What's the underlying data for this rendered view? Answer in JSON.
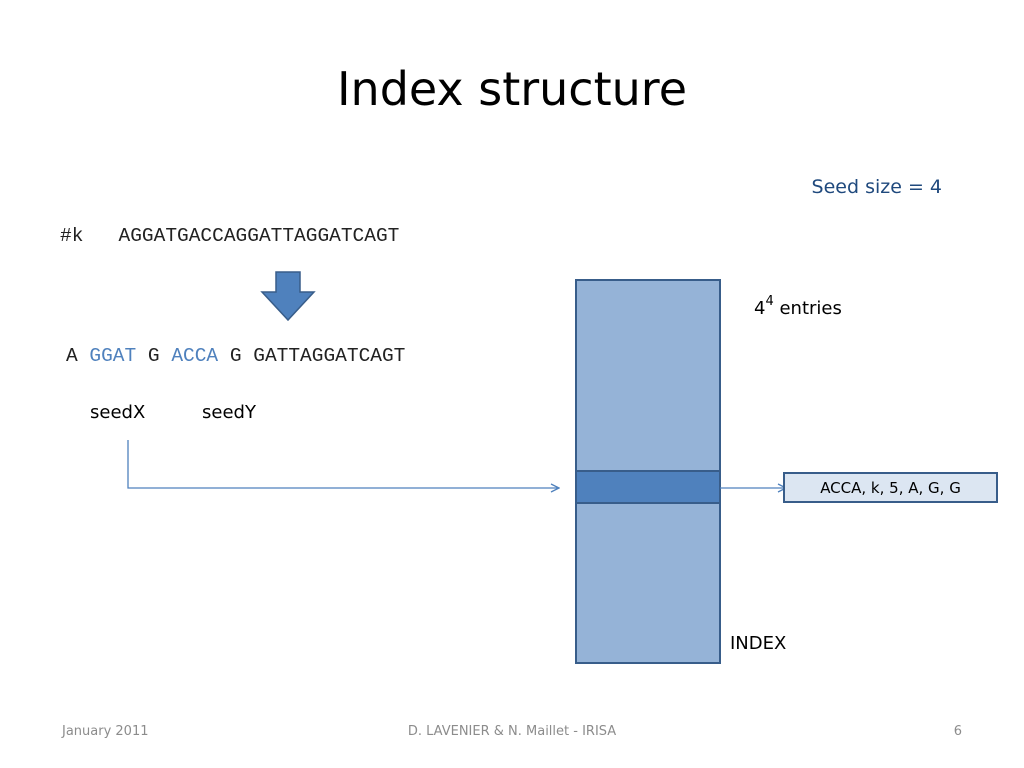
{
  "slide": {
    "title": "Index structure",
    "seed_size": "Seed size = 4"
  },
  "sequence": {
    "prefix": "#k",
    "full": "AGGATGACCAGGATTAGGATCAGT",
    "split": {
      "a": "A",
      "seed_x": "GGAT",
      "g1": "G",
      "seed_y": "ACCA",
      "g2": "G",
      "rest": "GATTAGGATCAGT"
    }
  },
  "labels": {
    "seed_x": "seedX",
    "seed_y": "seedY",
    "entries_base": "4",
    "entries_exp": "4",
    "entries_text": "entries",
    "index": "INDEX"
  },
  "result": {
    "text": "ACCA, k, 5, A, G, G"
  },
  "footer": {
    "date": "January 2011",
    "authors": "D. LAVENIER & N. Maillet - IRISA",
    "page": "6"
  },
  "colors": {
    "index_fill": "#95B3D7",
    "index_stroke": "#385D8A",
    "index_row": "#4F81BD",
    "arrow_fill": "#4F81BD",
    "connector": "#4F81BD",
    "seed_text": "#4F81BD",
    "seed_size_text": "#1F497D"
  }
}
